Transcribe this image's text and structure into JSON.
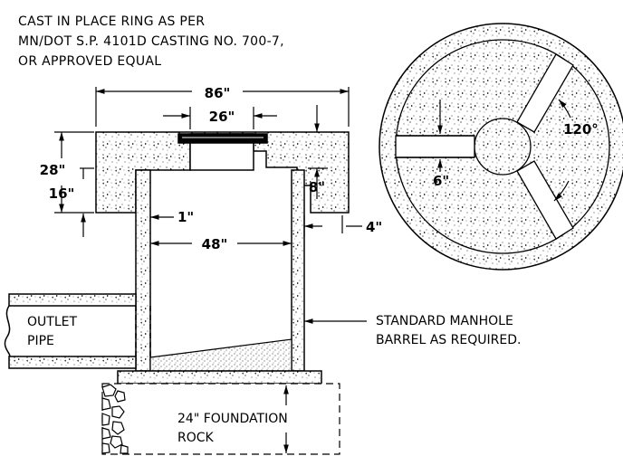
{
  "notes": {
    "casting_line1": "CAST IN PLACE RING AS PER",
    "casting_line2": "MN/DOT S.P. 4101D CASTING NO. 700-7,",
    "casting_line3": "OR APPROVED EQUAL"
  },
  "dimensions": {
    "overall_width": "86\"",
    "opening_width": "26\"",
    "slab_height": "28\"",
    "lip_height": "16\"",
    "slab_depth": "8\"",
    "wall_gap": "1\"",
    "barrel_width": "48\"",
    "wall_thickness": "4\"",
    "plan_radial": "6\"",
    "plan_angle": "120°"
  },
  "labels": {
    "outlet_line1": "OUTLET",
    "outlet_line2": "PIPE",
    "barrel_line1": "STANDARD MANHOLE",
    "barrel_line2": "BARREL AS REQUIRED.",
    "foundation_line1": "24\" FOUNDATION",
    "foundation_line2": "ROCK"
  },
  "colors": {
    "line": "#000000",
    "fill": "#ffffff"
  }
}
